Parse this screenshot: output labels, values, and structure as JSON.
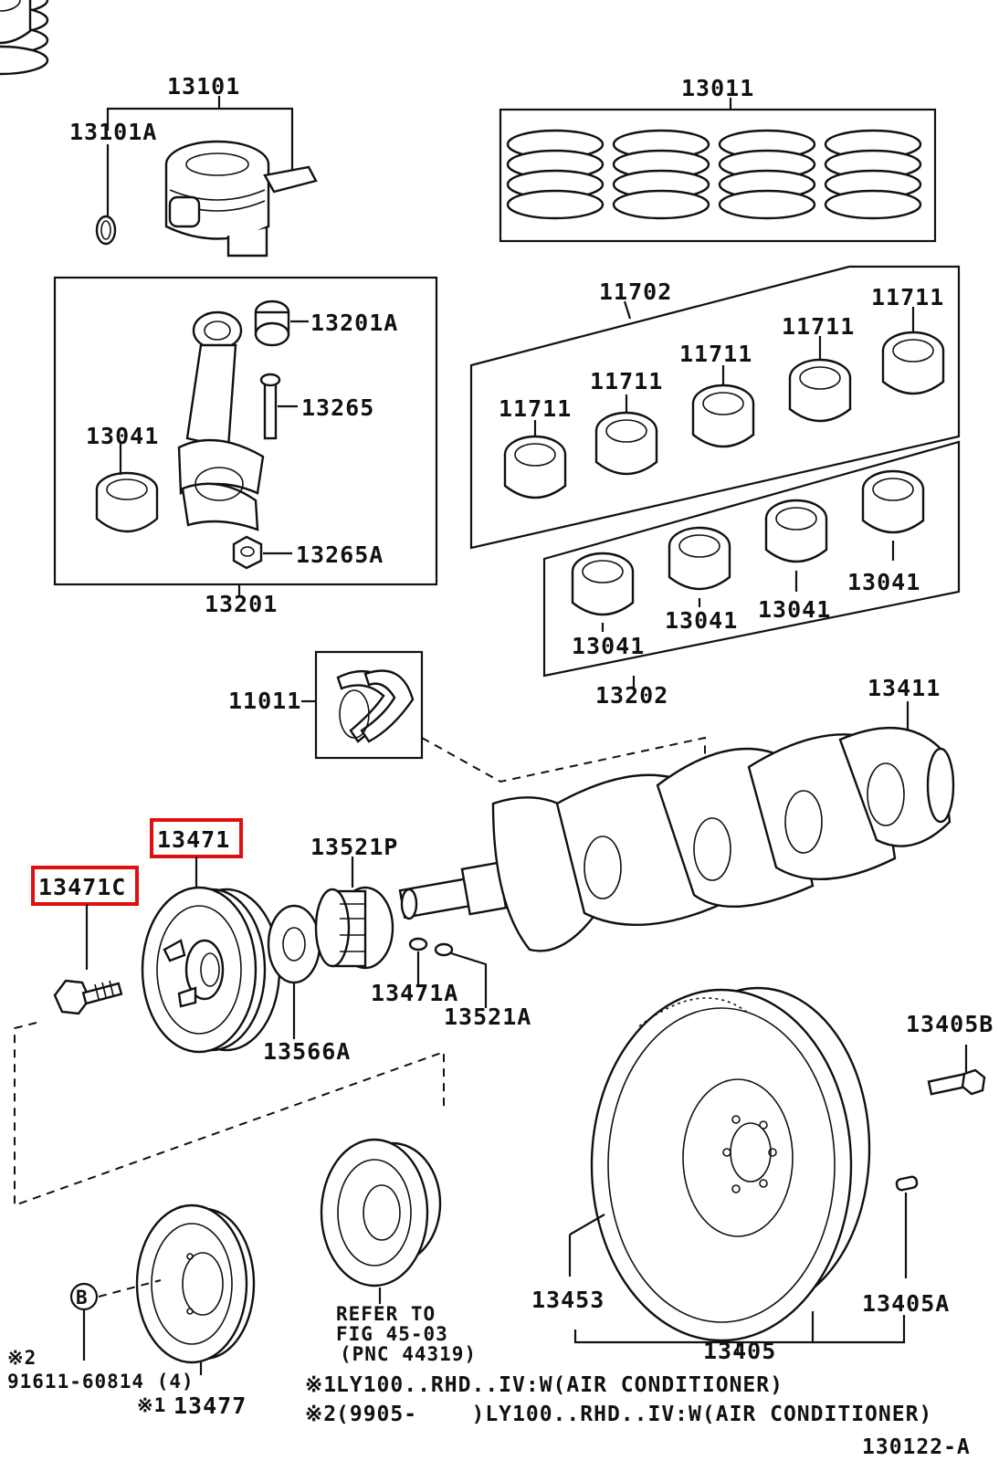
{
  "labels": {
    "p13101": "13101",
    "p13101A": "13101A",
    "p13011": "13011",
    "p13201A": "13201A",
    "p13265": "13265",
    "p13041_left": "13041",
    "p13265A": "13265A",
    "p13201": "13201",
    "p11702": "11702",
    "p11711_a": "11711",
    "p11711_b": "11711",
    "p11711_c": "11711",
    "p11711_d": "11711",
    "p11711_e": "11711",
    "p13041_a": "13041",
    "p13041_b": "13041",
    "p13041_c": "13041",
    "p13041_d": "13041",
    "p13202": "13202",
    "p11011": "11011",
    "p13411": "13411",
    "p13471": "13471",
    "p13521P": "13521P",
    "p13471C": "13471C",
    "p13471A": "13471A",
    "p13521A": "13521A",
    "p13566A": "13566A",
    "p13405B": "13405B",
    "p13453": "13453",
    "p13405A": "13405A",
    "p13405": "13405",
    "p13477": "13477"
  },
  "circle_b": "B",
  "refer": {
    "line1": "REFER TO",
    "line2": "FIG 45-03",
    "line3": "(PNC 44319)"
  },
  "footnote_left": {
    "mark2": "※2",
    "part": "91611-60814 (4)",
    "mark1": "※1"
  },
  "notes": {
    "n1_mark": "※1",
    "n1_text": "LY100..RHD..IV:W(AIR CONDITIONER)",
    "n2_mark": "※2",
    "n2_text": "(9905-    )LY100..RHD..IV:W(AIR CONDITIONER)"
  },
  "figure_code": "130122-A",
  "highlight_color": "#e01010"
}
